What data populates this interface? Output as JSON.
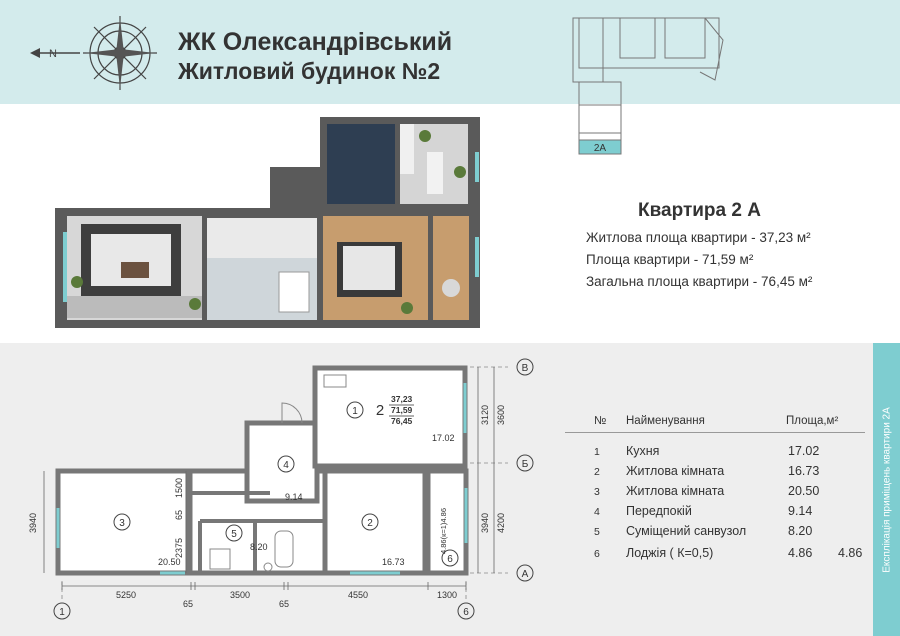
{
  "header": {
    "title_line1": "ЖК Олександрівський",
    "title_line2": "Житловий будинок  №2",
    "compass_label": "N",
    "keyplan_label": "2А"
  },
  "apartment": {
    "title": "Квартира 2 А",
    "living_area": "Житлова площа квартири - 37,23 м²",
    "apartment_area": "Площа квартири - 71,59 м²",
    "total_area": "Загальна площа квартири - 76,45 м²"
  },
  "plan": {
    "axes": {
      "left_bottom": "1",
      "right_bottom": "6",
      "top": "В",
      "middle": "Б",
      "bottom": "А"
    },
    "apartment_no": "2",
    "summary": [
      "37,23",
      "71,59",
      "76,45"
    ],
    "rooms": [
      {
        "no": "1",
        "area": "17.02"
      },
      {
        "no": "2",
        "area": "16.73"
      },
      {
        "no": "3",
        "area": "20.50"
      },
      {
        "no": "4",
        "area": "9.14"
      },
      {
        "no": "5",
        "area": "8.20"
      },
      {
        "no": "6",
        "area": "4.86(к=1)4.86"
      }
    ],
    "dims": {
      "bottom": [
        "5250",
        "3500",
        "4550",
        "1300"
      ],
      "bottom_small": [
        "65",
        "65"
      ],
      "left": "3940",
      "inner_left": [
        "1500",
        "65",
        "2375"
      ],
      "right_inner": [
        "3120",
        "3940"
      ],
      "right_outer": [
        "3600",
        "4200"
      ],
      "loggia_area": "4.86(к=1)4.86"
    }
  },
  "table": {
    "headers": {
      "no": "№",
      "name": "Найменування",
      "area": "Площа,м²"
    },
    "rows": [
      {
        "no": "1",
        "name": "Кухня",
        "area": "17.02",
        "extra": ""
      },
      {
        "no": "2",
        "name": "Житлова кімната",
        "area": "16.73",
        "extra": ""
      },
      {
        "no": "3",
        "name": "Житлова кімната",
        "area": "20.50",
        "extra": ""
      },
      {
        "no": "4",
        "name": "Передпокій",
        "area": "9.14",
        "extra": ""
      },
      {
        "no": "5",
        "name": "Суміщений санвузол",
        "area": "8.20",
        "extra": ""
      },
      {
        "no": "6",
        "name": "Лоджія ( К=0,5)",
        "area": "4.86",
        "extra": "4.86"
      }
    ]
  },
  "sidebar": {
    "label": "Експлікація приміщень квартири 2А"
  },
  "colors": {
    "header_band": "#d3ebec",
    "accent": "#7ecdd0",
    "lower_band": "#eeeeee",
    "text": "#333333"
  }
}
